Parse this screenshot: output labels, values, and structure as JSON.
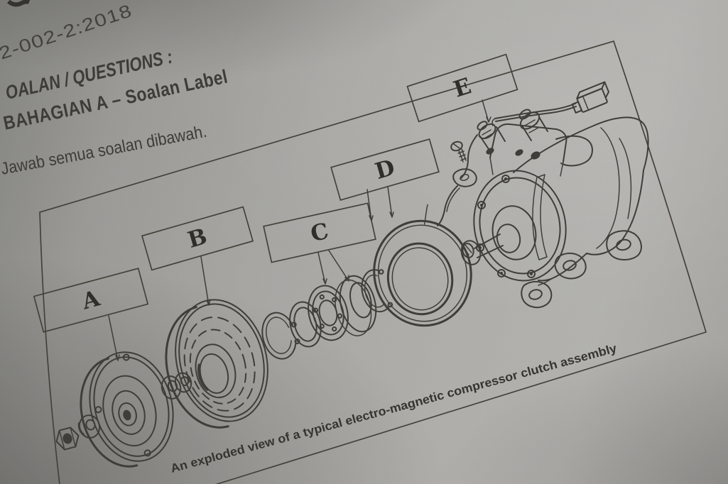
{
  "document": {
    "corner_code": "2-002-2:2018",
    "heading_questions": "OALAN / QUESTIONS :",
    "heading_section": "BAHAGIAN A – Soalan Label",
    "instruction": "Jawab semua soalan dibawah.",
    "figure_caption": "An exploded view of a typical electro-magnetic compressor clutch assembly",
    "labels": {
      "a": "A",
      "b": "B",
      "c": "C",
      "d": "D",
      "e": "E"
    }
  },
  "colors": {
    "paper": "#b6b5b1",
    "ink": "#45433d"
  }
}
